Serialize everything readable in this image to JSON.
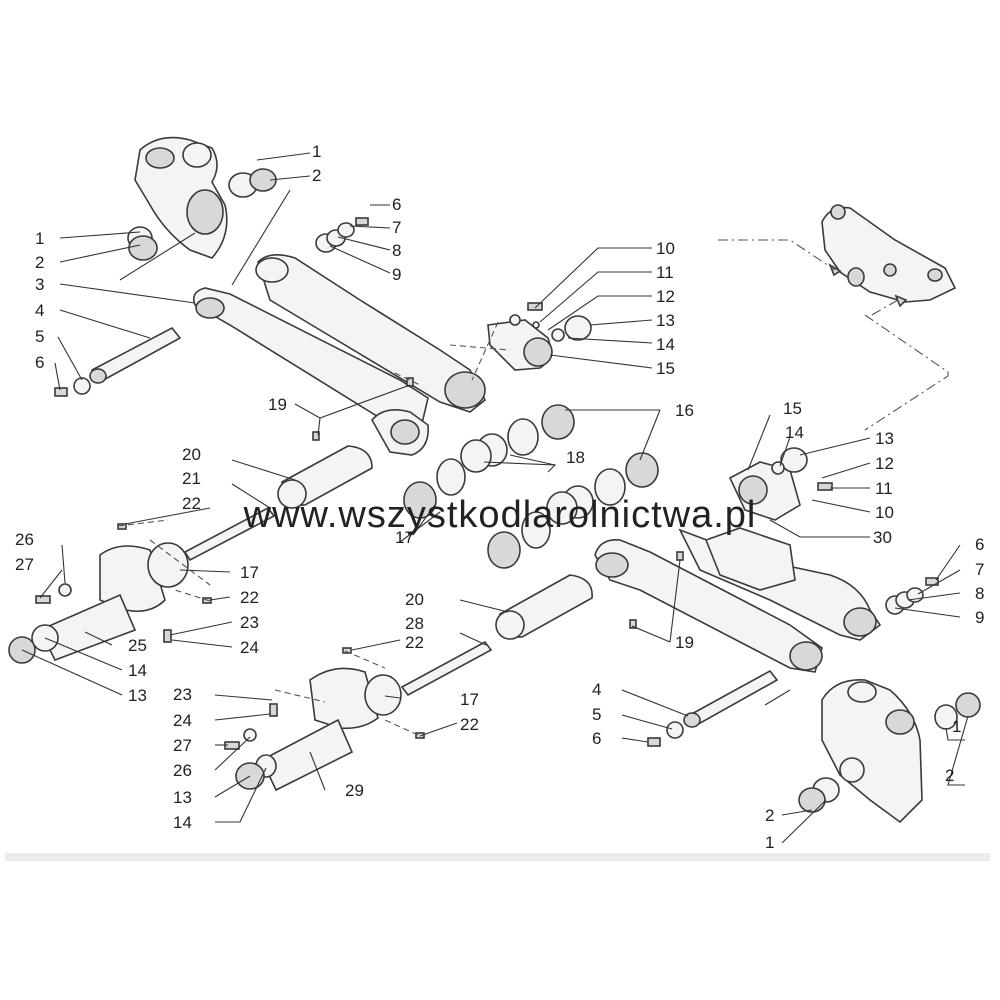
{
  "watermark": "www.wszystkodlarolnictwa.pl",
  "callouts": {
    "c1a": "1",
    "c2a": "2",
    "c6a": "6",
    "c7a": "7",
    "c8a": "8",
    "c9a": "9",
    "c1b": "1",
    "c2b": "2",
    "c3": "3",
    "c4a": "4",
    "c5a": "5",
    "c6b": "6",
    "c10a": "10",
    "c11a": "11",
    "c12a": "12",
    "c13a": "13",
    "c14a": "14",
    "c15a": "15",
    "c16": "16",
    "c19a": "19",
    "c20a": "20",
    "c21": "21",
    "c22a": "22",
    "c18": "18",
    "c15b": "15",
    "c14b": "14",
    "c13b": "13",
    "c12b": "12",
    "c11b": "11",
    "c10b": "10",
    "c17a": "17",
    "c30": "30",
    "c26a": "26",
    "c27a": "27",
    "c17b": "17",
    "c22b": "22",
    "c6c": "6",
    "c7b": "7",
    "c8b": "8",
    "c9b": "9",
    "c25": "25",
    "c23a": "23",
    "c24a": "24",
    "c14c": "14",
    "c13c": "13",
    "c20b": "20",
    "c28": "28",
    "c22c": "22",
    "c19b": "19",
    "c23b": "23",
    "c24b": "24",
    "c17c": "17",
    "c22d": "22",
    "c27b": "27",
    "c26b": "26",
    "c13d": "13",
    "c14d": "14",
    "c29": "29",
    "c4b": "4",
    "c5b": "5",
    "c6d": "6",
    "c1c": "1",
    "c2c": "2",
    "c2d": "2",
    "c1d": "1"
  }
}
